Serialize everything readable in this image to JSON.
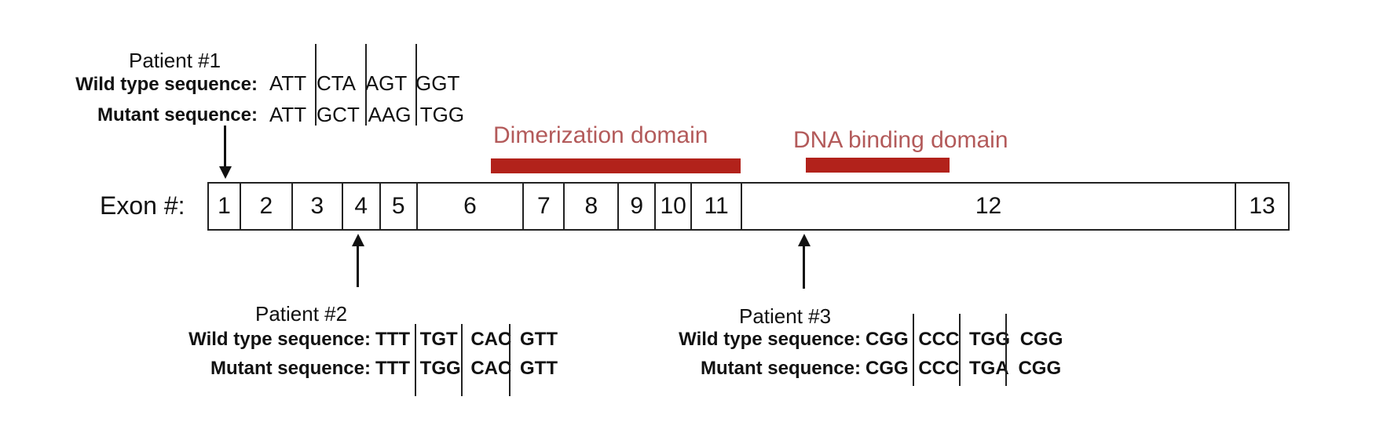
{
  "exon_label": "Exon #:",
  "exons": [
    "1",
    "2",
    "3",
    "4",
    "5",
    "6",
    "7",
    "8",
    "9",
    "10",
    "11",
    "12",
    "13"
  ],
  "domains": {
    "dimerization": "Dimerization domain",
    "dna_binding": "DNA binding domain"
  },
  "patients": [
    {
      "title": "Patient #1",
      "wild_label": "Wild type sequence:",
      "mutant_label": "Mutant sequence:",
      "wild": [
        "ATT",
        "CTA",
        "AGT",
        "GGT"
      ],
      "mutant": [
        "ATT",
        "GCT",
        "AAG",
        "TGG"
      ]
    },
    {
      "title": "Patient #2",
      "wild_label": "Wild type sequence:",
      "mutant_label": "Mutant sequence:",
      "wild": [
        "TTT",
        "TGT",
        "CAC",
        "GTT"
      ],
      "mutant": [
        "TTT",
        "TGG",
        "CAC",
        "GTT"
      ]
    },
    {
      "title": "Patient #3",
      "wild_label": "Wild type sequence:",
      "mutant_label": "Mutant sequence:",
      "wild": [
        "CGG",
        "CCC",
        "TGG",
        "CGG"
      ],
      "mutant": [
        "CGG",
        "CCC",
        "TGA",
        "CGG"
      ]
    }
  ]
}
